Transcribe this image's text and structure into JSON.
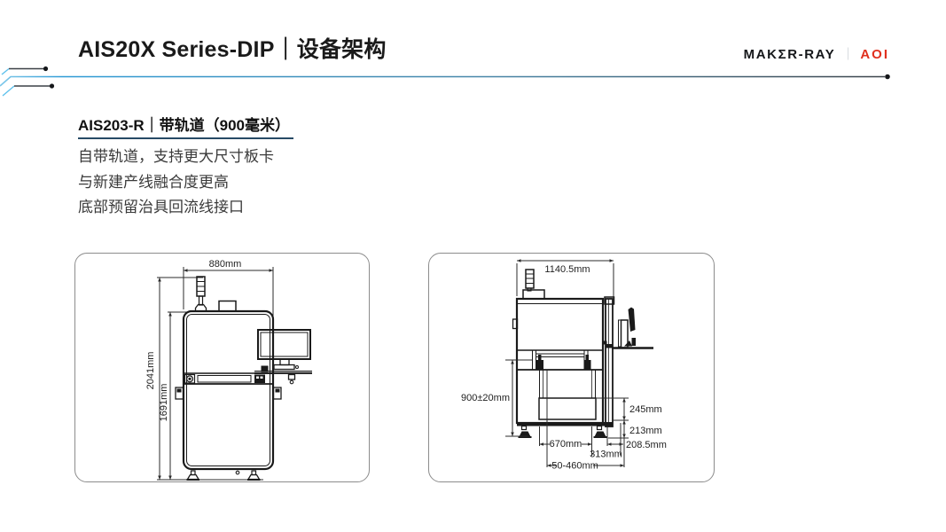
{
  "slide": {
    "title": "AIS20X Series-DIP｜设备架构",
    "brand": {
      "name": "MAKΣR-RAY",
      "divider": "｜",
      "product": "AOI"
    },
    "section": {
      "heading": "AIS203-R｜带轨道（900毫米）",
      "lines": [
        "自带轨道，支持更大尺寸板卡",
        "与新建产线融合度更高",
        "底部预留治具回流线接口"
      ]
    },
    "diagrams": {
      "front": {
        "dim_width": "880mm",
        "dim_total_height": "2041mm",
        "dim_frame_height": "1691mm"
      },
      "side": {
        "dim_width": "1140.5mm",
        "dim_conveyor_height": "900±20mm",
        "dim_upper_right": "245mm",
        "dim_lower_right": "213mm",
        "dim_overhang": "208.5mm",
        "dim_feet_span": "670mm",
        "dim_offset": "313mm",
        "dim_rail_range": "50-460mm"
      }
    },
    "colors": {
      "accent_blue": "#2e9bd6",
      "brand_red": "#e0301e",
      "ink": "#1a1a1a"
    }
  }
}
